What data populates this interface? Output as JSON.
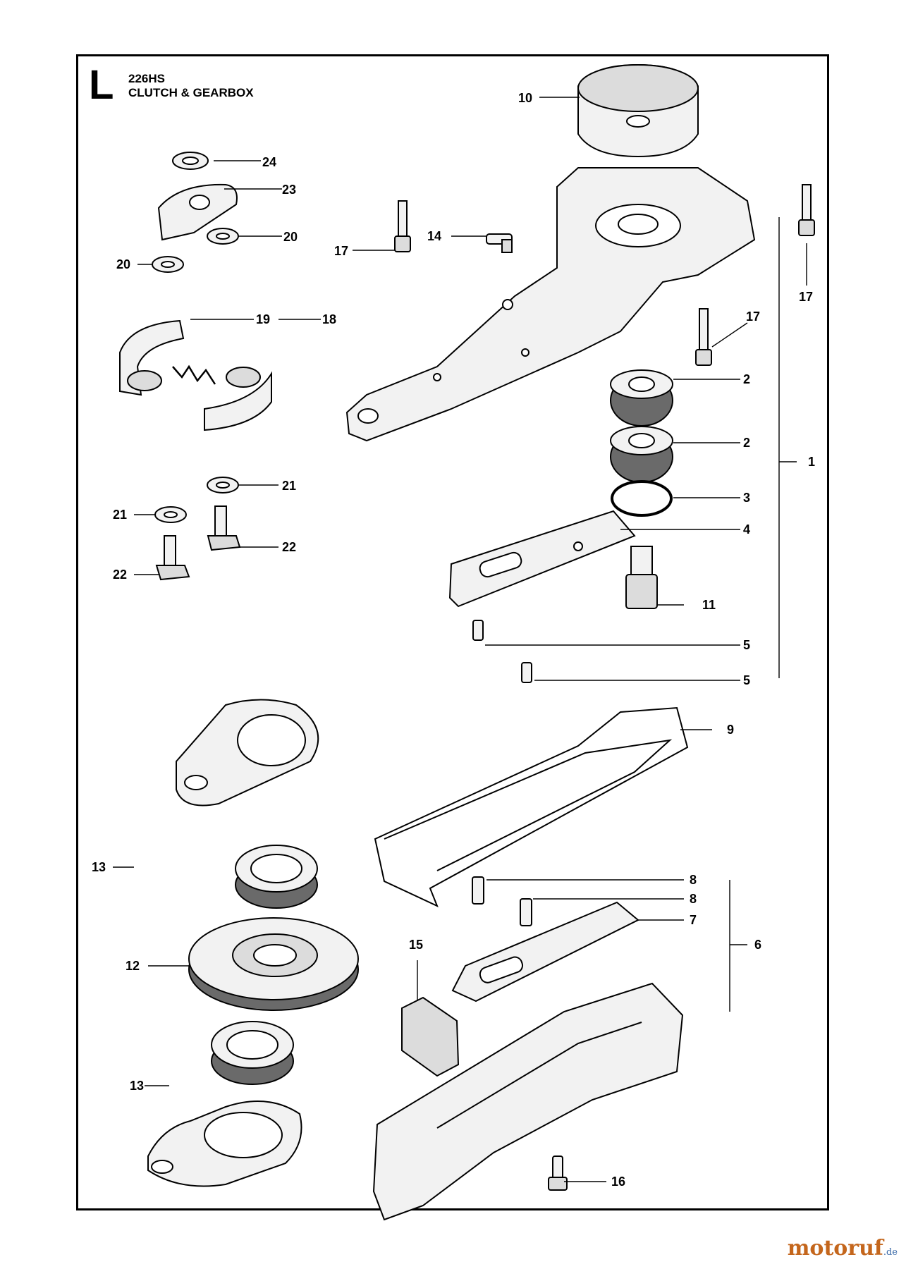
{
  "header": {
    "section_letter": "L",
    "model": "226HS",
    "title": "CLUTCH & GEARBOX"
  },
  "callouts": [
    {
      "id": "c10",
      "text": "10"
    },
    {
      "id": "c24",
      "text": "24"
    },
    {
      "id": "c23",
      "text": "23"
    },
    {
      "id": "c20a",
      "text": "20"
    },
    {
      "id": "c20b",
      "text": "20"
    },
    {
      "id": "c14",
      "text": "14"
    },
    {
      "id": "c17a",
      "text": "17"
    },
    {
      "id": "c17b",
      "text": "17"
    },
    {
      "id": "c17c",
      "text": "17"
    },
    {
      "id": "c19",
      "text": "19"
    },
    {
      "id": "c18",
      "text": "18"
    },
    {
      "id": "c2a",
      "text": "2"
    },
    {
      "id": "c2b",
      "text": "2"
    },
    {
      "id": "c1",
      "text": "1"
    },
    {
      "id": "c3",
      "text": "3"
    },
    {
      "id": "c4",
      "text": "4"
    },
    {
      "id": "c21a",
      "text": "21"
    },
    {
      "id": "c21b",
      "text": "21"
    },
    {
      "id": "c22a",
      "text": "22"
    },
    {
      "id": "c22b",
      "text": "22"
    },
    {
      "id": "c11",
      "text": "11"
    },
    {
      "id": "c5a",
      "text": "5"
    },
    {
      "id": "c5b",
      "text": "5"
    },
    {
      "id": "c9",
      "text": "9"
    },
    {
      "id": "c13a",
      "text": "13"
    },
    {
      "id": "c8a",
      "text": "8"
    },
    {
      "id": "c8b",
      "text": "8"
    },
    {
      "id": "c7",
      "text": "7"
    },
    {
      "id": "c6",
      "text": "6"
    },
    {
      "id": "c15",
      "text": "15"
    },
    {
      "id": "c12",
      "text": "12"
    },
    {
      "id": "c13b",
      "text": "13"
    },
    {
      "id": "c16",
      "text": "16"
    }
  ],
  "watermark": {
    "main": "motoruf",
    "tld": ".de",
    "color_main": "#c4661c",
    "color_tld": "#3a6aa8"
  }
}
